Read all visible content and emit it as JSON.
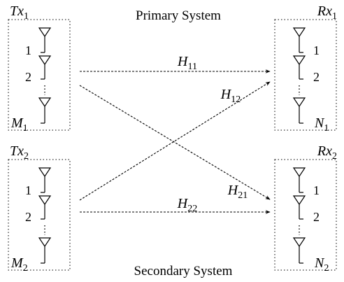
{
  "titles": {
    "primary": "Primary System",
    "secondary": "Secondary System"
  },
  "nodes": [
    {
      "id": "tx1",
      "label": "Tx",
      "sub": "1",
      "count_label": "M",
      "count_sub": "1",
      "antenna_numbers": [
        "1",
        "2"
      ]
    },
    {
      "id": "rx1",
      "label": "Rx",
      "sub": "1",
      "count_label": "N",
      "count_sub": "1",
      "antenna_numbers": [
        "1",
        "2"
      ]
    },
    {
      "id": "tx2",
      "label": "Tx",
      "sub": "2",
      "count_label": "M",
      "count_sub": "2",
      "antenna_numbers": [
        "1",
        "2"
      ]
    },
    {
      "id": "rx2",
      "label": "Rx",
      "sub": "2",
      "count_label": "N",
      "count_sub": "2",
      "antenna_numbers": [
        "1",
        "2"
      ]
    }
  ],
  "links": [
    {
      "from": "tx1",
      "to": "rx1",
      "label": "H",
      "sub": "11"
    },
    {
      "from": "tx2",
      "to": "rx1",
      "label": "H",
      "sub": "12"
    },
    {
      "from": "tx1",
      "to": "rx2",
      "label": "H",
      "sub": "21"
    },
    {
      "from": "tx2",
      "to": "rx2",
      "label": "H",
      "sub": "22"
    }
  ]
}
